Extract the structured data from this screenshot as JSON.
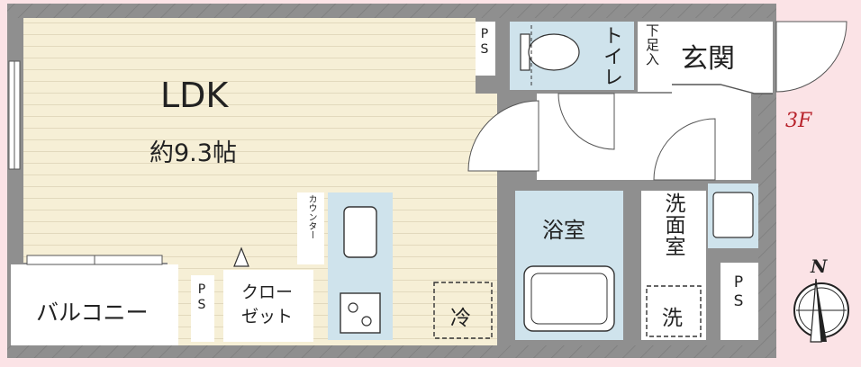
{
  "rooms": {
    "ldk": {
      "name": "LDK",
      "size": "約9.3帖"
    },
    "genkan": "玄関",
    "shoe_box": "下足入",
    "toilet": "トイレ",
    "bath": "浴室",
    "washroom": "洗面室",
    "washer": "洗",
    "fridge": "冷",
    "closet": "クローゼット",
    "counter": "カウンター",
    "balcony": "バルコニー",
    "ps": "PS"
  },
  "floor": "3F",
  "compass": {
    "north": "N"
  },
  "colors": {
    "background": "#fbe3e6",
    "floor_wood": "#f6efd6",
    "wet_area": "#cfe3ec",
    "wall": "#8f8f8f",
    "floor_label": "#b8232c"
  }
}
